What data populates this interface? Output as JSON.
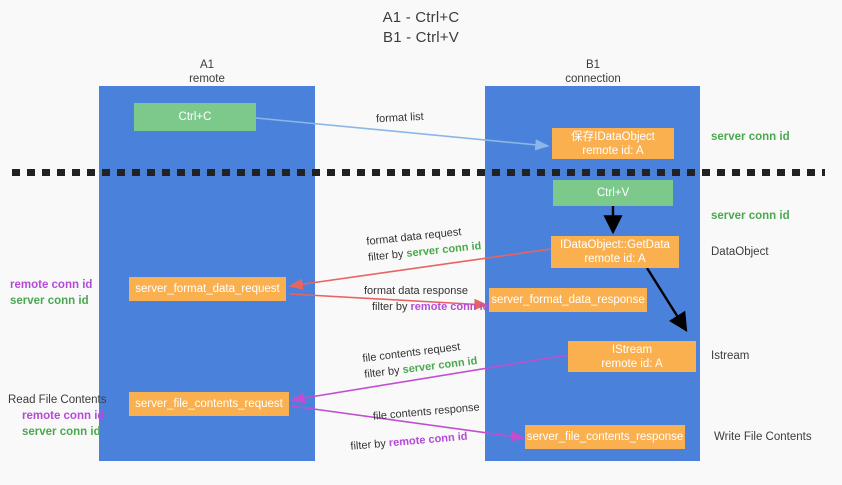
{
  "title": {
    "line1": "A1 - Ctrl+C",
    "line2": "B1 - Ctrl+V"
  },
  "columns": [
    {
      "id": "a1",
      "name": "A1",
      "role": "remote"
    },
    {
      "id": "b1",
      "name": "B1",
      "role": "connection"
    }
  ],
  "colors": {
    "lane": "#4a82db",
    "node_green": "#7dc98c",
    "node_orange": "#fbb050",
    "server_conn_id": "#4aa84f",
    "remote_conn_id": "#b44bd6",
    "arrow_format_list": "#8ab6e8",
    "arrow_format_data": "#e8645f",
    "arrow_file_contents": "#c04fd0",
    "arrow_internal": "#000000",
    "divider": "#222222",
    "background": "#f9f9f9"
  },
  "nodes": [
    {
      "id": "ctrl_c",
      "lane": "a1",
      "style": "green",
      "line1": "Ctrl+C",
      "line2": ""
    },
    {
      "id": "save_idataobject",
      "lane": "b1",
      "style": "orange",
      "line1": "保存IDataObject",
      "line2": "remote id: A"
    },
    {
      "id": "ctrl_v",
      "lane": "b1",
      "style": "green",
      "line1": "Ctrl+V",
      "line2": ""
    },
    {
      "id": "idataobject_getdata",
      "lane": "b1",
      "style": "orange",
      "line1": "IDataObject::GetData",
      "line2": "remote id: A"
    },
    {
      "id": "server_format_data_request",
      "lane": "a1",
      "style": "orange",
      "line1": "server_format_data_request",
      "line2": ""
    },
    {
      "id": "server_format_data_response",
      "lane": "b1",
      "style": "orange",
      "line1": "server_format_data_response",
      "line2": ""
    },
    {
      "id": "istream",
      "lane": "b1",
      "style": "orange",
      "line1": "IStream",
      "line2": "remote id: A"
    },
    {
      "id": "server_file_contents_request",
      "lane": "a1",
      "style": "orange",
      "line1": "server_file_contents_request",
      "line2": ""
    },
    {
      "id": "server_file_contents_response",
      "lane": "b1",
      "style": "orange",
      "line1": "server_file_contents_response",
      "line2": ""
    }
  ],
  "edges": [
    {
      "id": "format_list",
      "label": "format list",
      "filter_prefix": "",
      "filter_id": "",
      "filter_id_kind": ""
    },
    {
      "id": "format_data_request",
      "label": "format data request",
      "filter_prefix": "filter by ",
      "filter_id": "server conn id",
      "filter_id_kind": "server"
    },
    {
      "id": "format_data_response",
      "label": "format data response",
      "filter_prefix": "filter by ",
      "filter_id": "remote conn id",
      "filter_id_kind": "remote"
    },
    {
      "id": "file_contents_request",
      "label": "file contents request",
      "filter_prefix": "filter by ",
      "filter_id": "server conn id",
      "filter_id_kind": "server"
    },
    {
      "id": "file_contents_response",
      "label": "file contents response",
      "filter_prefix": "filter by ",
      "filter_id": "remote conn id",
      "filter_id_kind": "remote"
    }
  ],
  "right_annotations": [
    {
      "id": "server_conn_id_top",
      "text": "server conn id",
      "kind": "server"
    },
    {
      "id": "server_conn_id_second",
      "text": "server conn id",
      "kind": "server"
    },
    {
      "id": "dataobject",
      "text": "DataObject",
      "kind": "plain"
    },
    {
      "id": "istream",
      "text": "Istream",
      "kind": "plain"
    },
    {
      "id": "write_file_contents",
      "text": "Write File Contents",
      "kind": "plain"
    }
  ],
  "left_annotations": [
    {
      "id": "format_data_ids",
      "heading": "",
      "remote": "remote conn id",
      "server": "server conn id"
    },
    {
      "id": "read_file_contents",
      "heading": "Read File Contents",
      "remote": "remote conn id",
      "server": "server conn id"
    }
  ]
}
